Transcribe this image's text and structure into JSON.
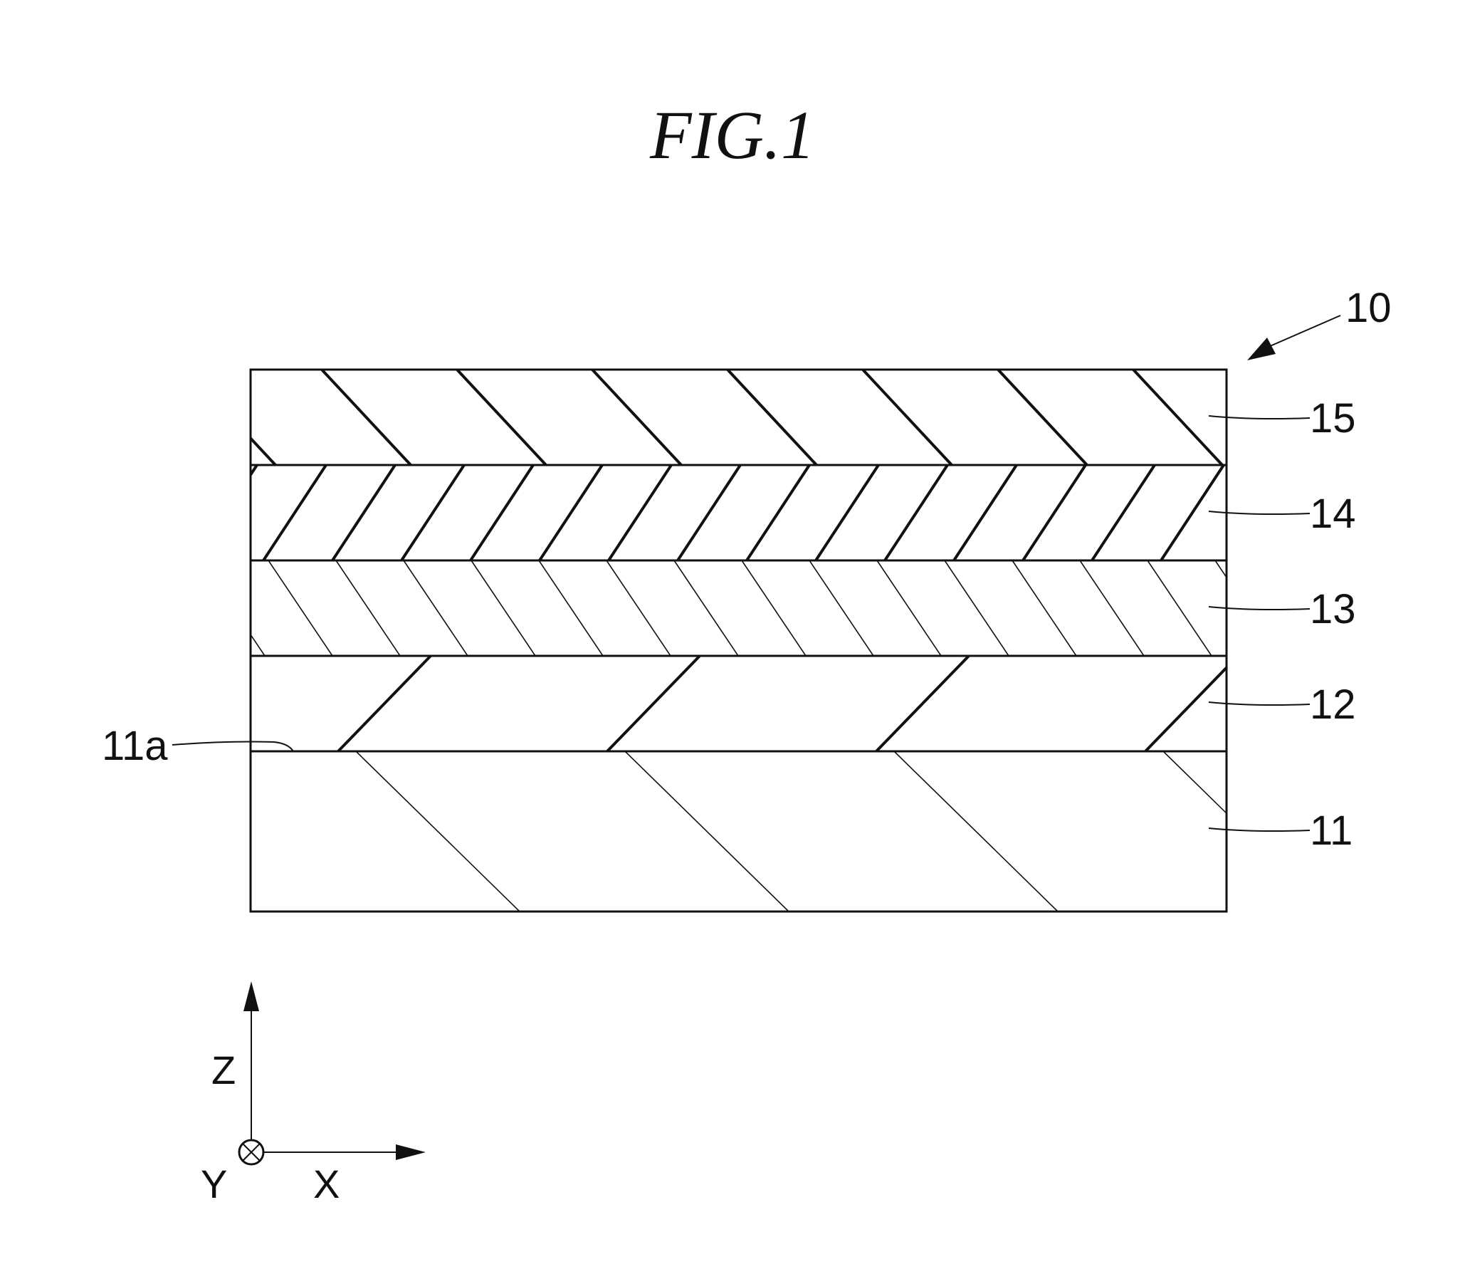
{
  "figure": {
    "title": "FIG.1",
    "assembly_ref": "10",
    "interface_ref": "11a",
    "layers": [
      {
        "ref": "15"
      },
      {
        "ref": "14"
      },
      {
        "ref": "13"
      },
      {
        "ref": "12"
      },
      {
        "ref": "11"
      }
    ],
    "axes": {
      "z": "Z",
      "y": "Y",
      "x": "X"
    }
  }
}
